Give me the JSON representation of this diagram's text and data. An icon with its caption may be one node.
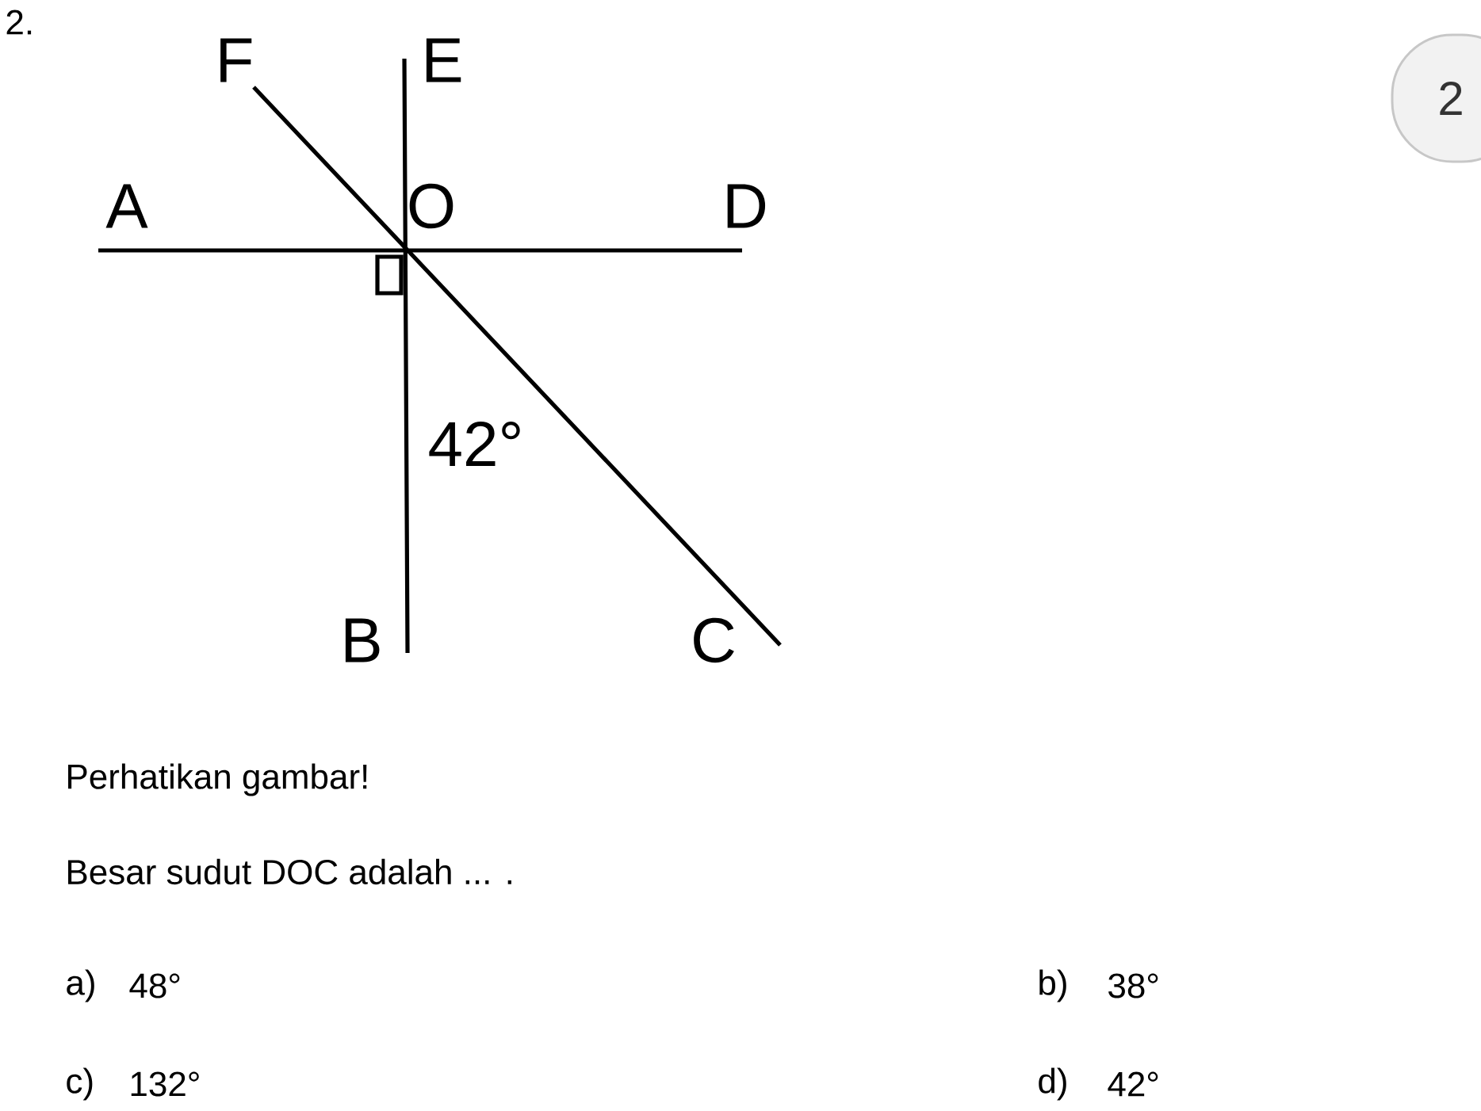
{
  "diagram": {
    "nodes": [
      {
        "text": [
          "2"
        ]
      }
    ],
    "labels": [
      "2.",
      "F",
      "E",
      "A",
      "O",
      "D",
      "42°",
      "B",
      "C",
      "Perhatikan gambar!",
      "Besar sudut DOC adalah ... .",
      "a)",
      "48°",
      "b)",
      "38°",
      "c)",
      "132°",
      "d)",
      "42°"
    ]
  }
}
